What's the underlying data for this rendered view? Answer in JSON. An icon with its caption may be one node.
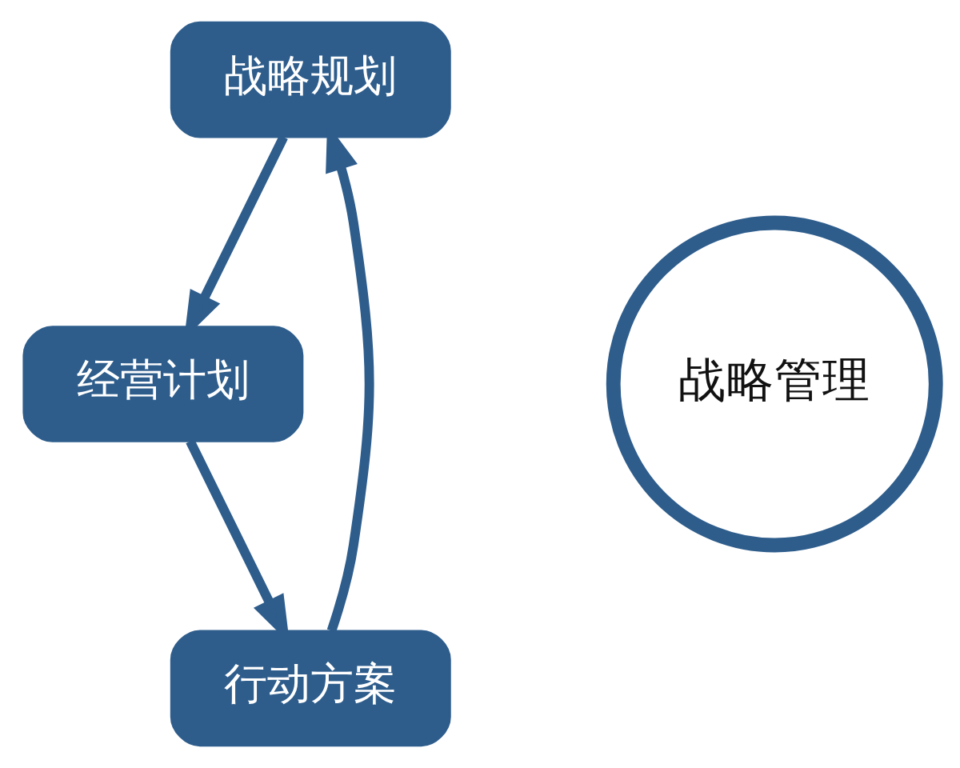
{
  "diagram": {
    "nodes": [
      {
        "text": [
          "战略规划"
        ]
      },
      {
        "text": [
          "战略管理"
        ]
      },
      {
        "text": [
          "经营计划"
        ]
      },
      {
        "text": [
          "行动方案"
        ]
      }
    ],
    "edges": [
      {
        "from": 0,
        "to": 2,
        "arrow": "to"
      },
      {
        "from": 2,
        "to": 3,
        "arrow": "to"
      },
      {
        "from": 3,
        "to": 0,
        "arrow": "to"
      }
    ]
  }
}
